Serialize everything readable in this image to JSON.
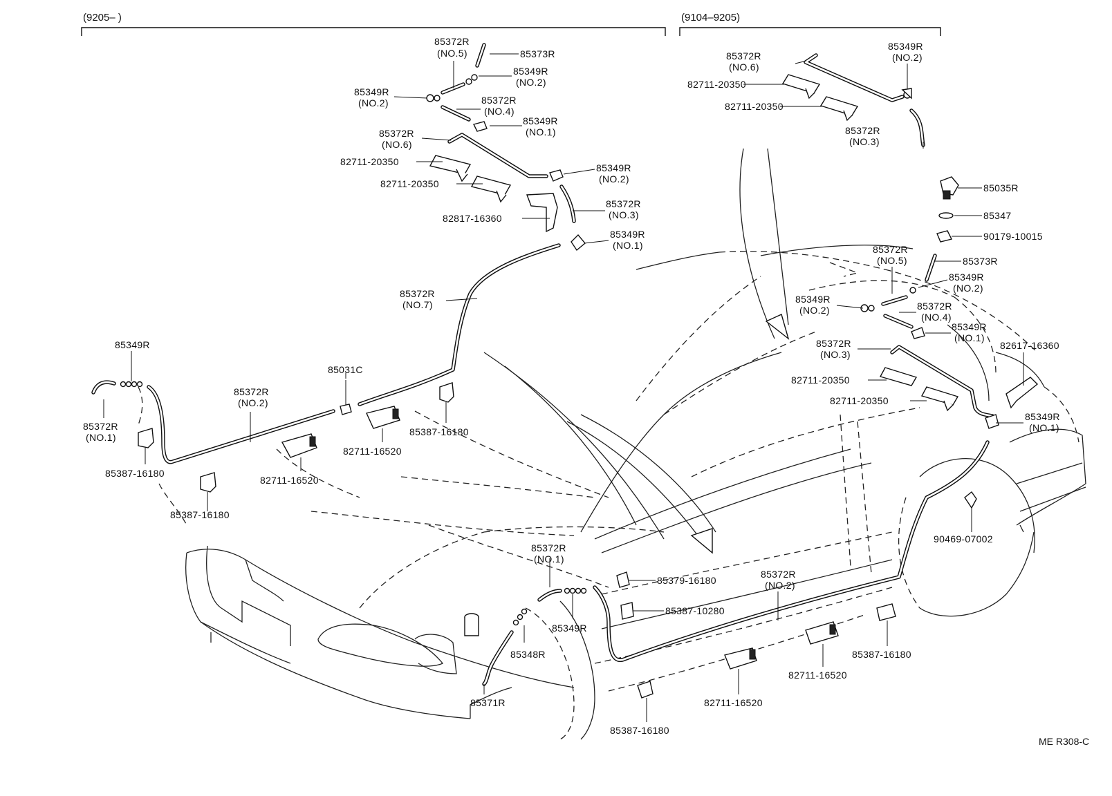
{
  "headers": {
    "left_range": "(9205–        )",
    "right_range": "(9104–9205)"
  },
  "reference_code": "ME R308-C",
  "icons": {
    "hose": "hose-segment-icon",
    "joint": "hose-joint-icon",
    "clamp": "hose-clamp-icon",
    "nozzle": "washer-nozzle-icon",
    "valve": "check-valve-icon"
  },
  "labels": [
    {
      "id": "l1a",
      "text": "85372R"
    },
    {
      "id": "l1b",
      "text": "(NO.5)"
    },
    {
      "id": "l2",
      "text": "85373R"
    },
    {
      "id": "l3a",
      "text": "85349R"
    },
    {
      "id": "l3b",
      "text": "(NO.2)"
    },
    {
      "id": "l4a",
      "text": "85349R"
    },
    {
      "id": "l4b",
      "text": "(NO.2)"
    },
    {
      "id": "l5a",
      "text": "85372R"
    },
    {
      "id": "l5b",
      "text": "(NO.4)"
    },
    {
      "id": "l6a",
      "text": "85349R"
    },
    {
      "id": "l6b",
      "text": "(NO.1)"
    },
    {
      "id": "l7a",
      "text": "85372R"
    },
    {
      "id": "l7b",
      "text": "(NO.6)"
    },
    {
      "id": "l8",
      "text": "82711-20350"
    },
    {
      "id": "l9",
      "text": "82711-20350"
    },
    {
      "id": "l10a",
      "text": "85349R"
    },
    {
      "id": "l10b",
      "text": "(NO.2)"
    },
    {
      "id": "l11a",
      "text": "85372R"
    },
    {
      "id": "l11b",
      "text": "(NO.3)"
    },
    {
      "id": "l12",
      "text": "82817-16360"
    },
    {
      "id": "l13a",
      "text": "85349R"
    },
    {
      "id": "l13b",
      "text": "(NO.1)"
    },
    {
      "id": "l14a",
      "text": "85372R"
    },
    {
      "id": "l14b",
      "text": "(NO.7)"
    },
    {
      "id": "l15",
      "text": "85349R"
    },
    {
      "id": "l16",
      "text": "85031C"
    },
    {
      "id": "l17a",
      "text": "85372R"
    },
    {
      "id": "l17b",
      "text": "(NO.2)"
    },
    {
      "id": "l18a",
      "text": "85372R"
    },
    {
      "id": "l18b",
      "text": "(NO.1)"
    },
    {
      "id": "l19",
      "text": "85387-16180"
    },
    {
      "id": "l20",
      "text": "82711-16520"
    },
    {
      "id": "l21",
      "text": "85387-16180"
    },
    {
      "id": "l22",
      "text": "82711-16520"
    },
    {
      "id": "l23",
      "text": "85387-16180"
    },
    {
      "id": "r1a",
      "text": "85372R"
    },
    {
      "id": "r1b",
      "text": "(NO.6)"
    },
    {
      "id": "r2",
      "text": "82711-20350"
    },
    {
      "id": "r3",
      "text": "82711-20350"
    },
    {
      "id": "r4a",
      "text": "85349R"
    },
    {
      "id": "r4b",
      "text": "(NO.2)"
    },
    {
      "id": "r5a",
      "text": "85372R"
    },
    {
      "id": "r5b",
      "text": "(NO.3)"
    },
    {
      "id": "r6",
      "text": "85035R"
    },
    {
      "id": "r7",
      "text": "85347"
    },
    {
      "id": "r8",
      "text": "90179-10015"
    },
    {
      "id": "r9a",
      "text": "85372R"
    },
    {
      "id": "r9b",
      "text": "(NO.5)"
    },
    {
      "id": "r10",
      "text": "85373R"
    },
    {
      "id": "r11a",
      "text": "85349R"
    },
    {
      "id": "r11b",
      "text": "(NO.2)"
    },
    {
      "id": "r12a",
      "text": "85349R"
    },
    {
      "id": "r12b",
      "text": "(NO.2)"
    },
    {
      "id": "r13a",
      "text": "85372R"
    },
    {
      "id": "r13b",
      "text": "(NO.4)"
    },
    {
      "id": "r14a",
      "text": "85349R"
    },
    {
      "id": "r14b",
      "text": "(NO.1)"
    },
    {
      "id": "r15a",
      "text": "85372R"
    },
    {
      "id": "r15b",
      "text": "(NO.3)"
    },
    {
      "id": "r16",
      "text": "82617-16360"
    },
    {
      "id": "r17",
      "text": "82711-20350"
    },
    {
      "id": "r18",
      "text": "82711-20350"
    },
    {
      "id": "r19a",
      "text": "85349R"
    },
    {
      "id": "r19b",
      "text": "(NO.1)"
    },
    {
      "id": "r20",
      "text": "90469-07002"
    },
    {
      "id": "b1a",
      "text": "85372R"
    },
    {
      "id": "b1b",
      "text": "(NO.1)"
    },
    {
      "id": "b2",
      "text": "85379-16180"
    },
    {
      "id": "b3",
      "text": "85387-10280"
    },
    {
      "id": "b4a",
      "text": "85372R"
    },
    {
      "id": "b4b",
      "text": "(NO.2)"
    },
    {
      "id": "b5",
      "text": "85349R"
    },
    {
      "id": "b6",
      "text": "85348R"
    },
    {
      "id": "b7",
      "text": "85371R"
    },
    {
      "id": "b8",
      "text": "85387-16180"
    },
    {
      "id": "b9",
      "text": "82711-16520"
    },
    {
      "id": "b10",
      "text": "82711-16520"
    },
    {
      "id": "b11",
      "text": "85387-16180"
    }
  ]
}
